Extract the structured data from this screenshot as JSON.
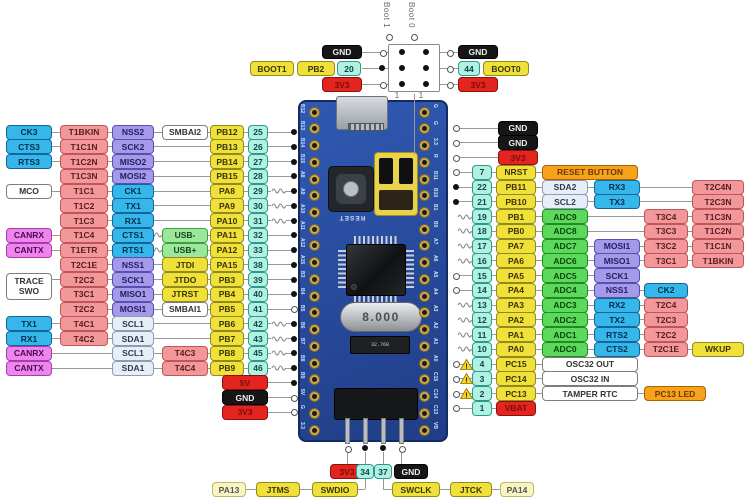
{
  "title": "STM32F103 Blue Pill pinout diagram",
  "palette": {
    "yellow": "#f0e13a",
    "paleyellow": "#f8f4c4",
    "cyan": "#b2f0e2",
    "blue": "#35b7e9",
    "pink": "#f2989a",
    "purple": "#a49ae8",
    "magenta": "#ee85ee",
    "green": "#5cd95c",
    "lightgreen": "#9ce79c",
    "lightblue": "#e8eef6",
    "white": "#ffffff",
    "black": "#161616",
    "red": "#e3241f",
    "orange": "#f6a21c",
    "board_blue": "#2a52a8",
    "line": "#999999",
    "silk": "#d7e3f7"
  },
  "top": {
    "boot1": "Boot 1",
    "boot0": "Boot 0",
    "one_left": "1",
    "one_right": "1",
    "left": {
      "gnd": "GND",
      "boot": "BOOT1",
      "sig": "PB2",
      "pin": "20",
      "pwr": "3V3"
    },
    "right": {
      "gnd": "GND",
      "pin": "44",
      "boot": "BOOT0",
      "pwr": "3V3"
    }
  },
  "left_rows": [
    {
      "cells": [
        "CK3|blue",
        "T1BKIN|pink",
        "NSS2|purple",
        "SMBAI2|white"
      ],
      "port": "PB12",
      "pin": "25",
      "dot": "filled",
      "sq": null
    },
    {
      "cells": [
        "CTS3|blue",
        "T1C1N|pink",
        "SCK2|purple",
        ""
      ],
      "port": "PB13",
      "pin": "26",
      "dot": "filled",
      "sq": null
    },
    {
      "cells": [
        "RTS3|blue",
        "T1C2N|pink",
        "MISO2|purple",
        ""
      ],
      "port": "PB14",
      "pin": "27",
      "dot": "filled",
      "sq": null
    },
    {
      "cells": [
        "",
        "T1C3N|pink",
        "MOSI2|purple",
        ""
      ],
      "port": "PB15",
      "pin": "28",
      "dot": "filled",
      "sq": null
    },
    {
      "cells": [
        "MCO|white",
        "T1C1|pink",
        "CK1|blue",
        ""
      ],
      "port": "PA8",
      "pin": "29",
      "dot": "filled",
      "sq": "edge"
    },
    {
      "cells": [
        "",
        "T1C2|pink",
        "TX1|blue",
        ""
      ],
      "port": "PA9",
      "pin": "30",
      "dot": "filled",
      "sq": "edge"
    },
    {
      "cells": [
        "",
        "T1C3|pink",
        "RX1|blue",
        ""
      ],
      "port": "PA10",
      "pin": "31",
      "dot": "filled",
      "sq": "edge"
    },
    {
      "cells": [
        "CANRX|magenta",
        "T1C4|pink",
        "CTS1|blue",
        "USB-|lightgreen"
      ],
      "port": "PA11",
      "pin": "32",
      "dot": "filled",
      "sq": "mid"
    },
    {
      "cells": [
        "CANTX|magenta",
        "T1ETR|pink",
        "RTS1|blue",
        "USB+|lightgreen"
      ],
      "port": "PA12",
      "pin": "33",
      "dot": "filled",
      "sq": "mid"
    },
    {
      "cells": [
        "",
        "T2C1E|pink",
        "NSS1|purple",
        "JTDI|yellow"
      ],
      "port": "PA15",
      "pin": "38",
      "dot": "filled",
      "sq": null
    },
    {
      "cells": [
        "TRACE\nSWO|white|tall",
        "T2C2|pink",
        "SCK1|purple",
        "JTDO|yellow"
      ],
      "port": "PB3",
      "pin": "39",
      "dot": "filled",
      "sq": null
    },
    {
      "cells": [
        "",
        "T3C1|pink",
        "MISO1|purple",
        "JTRST|yellow"
      ],
      "port": "PB4",
      "pin": "40",
      "dot": "filled",
      "sq": null
    },
    {
      "cells": [
        "",
        "T2C2|pink",
        "MOSI1|purple",
        "SMBAI1|white"
      ],
      "port": "PB5",
      "pin": "41",
      "dot": "open",
      "sq": null
    },
    {
      "cells": [
        "TX1|blue",
        "T4C1|pink",
        "SCL1|lightblue",
        ""
      ],
      "port": "PB6",
      "pin": "42",
      "dot": "filled",
      "sq": "edge"
    },
    {
      "cells": [
        "RX1|blue",
        "T4C2|pink",
        "SDA1|lightblue",
        ""
      ],
      "port": "PB7",
      "pin": "43",
      "dot": "filled",
      "sq": "edge"
    },
    {
      "cells": [
        "CANRX|magenta",
        "",
        "SCL1|lightblue",
        "T4C3|pink"
      ],
      "port": "PB8",
      "pin": "45",
      "dot": "filled",
      "sq": "edge"
    },
    {
      "cells": [
        "CANTX|magenta",
        "",
        "SDA1|lightblue",
        "T4C4|pink"
      ],
      "port": "PB9",
      "pin": "46",
      "dot": "filled",
      "sq": "edge"
    }
  ],
  "left_power": [
    {
      "t": "5V",
      "c": "red",
      "dot": "filled"
    },
    {
      "t": "GND",
      "c": "black",
      "dot": "open"
    },
    {
      "t": "3V3",
      "c": "red",
      "dot": "open"
    }
  ],
  "right_rows": [
    {
      "pin": null,
      "port": "GND",
      "portc": "black",
      "cells": [],
      "dot": "open",
      "sq": false,
      "warn": false
    },
    {
      "pin": null,
      "port": "GND",
      "portc": "black",
      "cells": [],
      "dot": "open",
      "sq": false,
      "warn": false
    },
    {
      "pin": null,
      "port": "3V3",
      "portc": "red",
      "cells": [],
      "dot": "open",
      "sq": false,
      "warn": false
    },
    {
      "pin": "7",
      "port": "NRST",
      "portc": "yellow",
      "cells": [
        "RESET BUTTON|orange|0|wide"
      ],
      "dot": "open",
      "sq": false,
      "warn": false
    },
    {
      "pin": "22",
      "port": "PB11",
      "portc": "yellow",
      "cells": [
        "SDA2|lightblue|0",
        "RX3|blue|1",
        "T2C4N|pink|3"
      ],
      "dot": "filled",
      "sq": false,
      "warn": false
    },
    {
      "pin": "21",
      "port": "PB10",
      "portc": "yellow",
      "cells": [
        "SCL2|lightblue|0",
        "TX3|blue|1",
        "T2C3N|pink|3"
      ],
      "dot": "filled",
      "sq": false,
      "warn": false
    },
    {
      "pin": "19",
      "port": "PB1",
      "portc": "yellow",
      "cells": [
        "ADC9|green|0",
        "T3C4|pink|2",
        "T1C3N|pink|3"
      ],
      "dot": null,
      "sq": true,
      "warn": false
    },
    {
      "pin": "18",
      "port": "PB0",
      "portc": "yellow",
      "cells": [
        "ADC8|green|0",
        "T3C3|pink|2",
        "T1C2N|pink|3"
      ],
      "dot": null,
      "sq": true,
      "warn": false
    },
    {
      "pin": "17",
      "port": "PA7",
      "portc": "yellow",
      "cells": [
        "ADC7|green|0",
        "MOSI1|purple|1",
        "T3C2|pink|2",
        "T1C1N|pink|3"
      ],
      "dot": null,
      "sq": true,
      "warn": false
    },
    {
      "pin": "16",
      "port": "PA6",
      "portc": "yellow",
      "cells": [
        "ADC6|green|0",
        "MISO1|purple|1",
        "T3C1|pink|2",
        "T1BKIN|pink|3"
      ],
      "dot": null,
      "sq": true,
      "warn": false
    },
    {
      "pin": "15",
      "port": "PA5",
      "portc": "yellow",
      "cells": [
        "ADC5|green|0",
        "SCK1|purple|1"
      ],
      "dot": "open",
      "sq": false,
      "warn": false
    },
    {
      "pin": "14",
      "port": "PA4",
      "portc": "yellow",
      "cells": [
        "ADC4|green|0",
        "NSS1|purple|1",
        "CK2|blue|2"
      ],
      "dot": "open",
      "sq": false,
      "warn": false
    },
    {
      "pin": "13",
      "port": "PA3",
      "portc": "yellow",
      "cells": [
        "ADC3|green|0",
        "RX2|blue|1",
        "T2C4|pink|2"
      ],
      "dot": null,
      "sq": true,
      "warn": false
    },
    {
      "pin": "12",
      "port": "PA2",
      "portc": "yellow",
      "cells": [
        "ADC2|green|0",
        "TX2|blue|1",
        "T2C3|pink|2"
      ],
      "dot": null,
      "sq": true,
      "warn": false
    },
    {
      "pin": "11",
      "port": "PA1",
      "portc": "yellow",
      "cells": [
        "ADC1|green|0",
        "RTS2|blue|1",
        "T2C2|pink|2"
      ],
      "dot": null,
      "sq": true,
      "warn": false
    },
    {
      "pin": "10",
      "port": "PA0",
      "portc": "yellow",
      "cells": [
        "ADC0|green|0",
        "CTS2|blue|1",
        "T2C1E|pink|2",
        "WKUP|yellow|3"
      ],
      "dot": null,
      "sq": true,
      "warn": false
    },
    {
      "pin": "4",
      "port": "PC15",
      "portc": "yellow",
      "cells": [
        "OSC32 OUT|white|0|wide"
      ],
      "dot": "open",
      "sq": false,
      "warn": true
    },
    {
      "pin": "3",
      "port": "PC14",
      "portc": "yellow",
      "cells": [
        "OSC32 IN|white|0|wide"
      ],
      "dot": "open",
      "sq": false,
      "warn": true
    },
    {
      "pin": "2",
      "port": "PC13",
      "portc": "yellow",
      "cells": [
        "TAMPER RTC|white|0|wide",
        "PC13 LED|orange|2|62"
      ],
      "dot": "open",
      "sq": false,
      "warn": true
    },
    {
      "pin": "1",
      "port": "VBAT",
      "portc": "red",
      "cells": [],
      "dot": "open",
      "sq": false,
      "warn": false
    }
  ],
  "bottom": {
    "pwr": [
      "3V3",
      "34",
      "37",
      "GND"
    ],
    "chain_left": [
      {
        "t": "PA13",
        "c": "paleyellow"
      },
      {
        "t": "JTMS",
        "c": "yellow"
      },
      {
        "t": "SWDIO",
        "c": "yellow"
      }
    ],
    "chain_right": [
      {
        "t": "SWCLK",
        "c": "yellow"
      },
      {
        "t": "JTCK",
        "c": "yellow"
      },
      {
        "t": "PA14",
        "c": "paleyellow"
      }
    ]
  },
  "board": {
    "reset_label": "RESET",
    "crystal": "8.000",
    "crystal2": "32.768",
    "left_silk": [
      "B12",
      "B13",
      "B14",
      "B15",
      "A8",
      "A9",
      "A10",
      "A11",
      "A12",
      "A15",
      "B3",
      "B4",
      "B5",
      "B6",
      "B7",
      "B8",
      "B9",
      "5V",
      "G",
      "3.3"
    ],
    "right_silk": [
      "G",
      "G",
      "3.3",
      "R",
      "B11",
      "B10",
      "B1",
      "B0",
      "A7",
      "A6",
      "A5",
      "A4",
      "A3",
      "A2",
      "A1",
      "A0",
      "C15",
      "C14",
      "C13",
      "VB"
    ]
  }
}
